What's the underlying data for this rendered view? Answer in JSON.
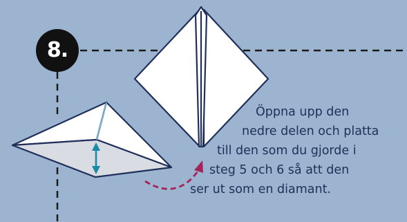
{
  "step": {
    "number_label": "8."
  },
  "instruction": {
    "lines": [
      "Öppna upp den",
      "nedre delen och platta",
      "till den som du gjorde i",
      "steg 5 och 6 så att den",
      "ser ut som en diamant."
    ]
  },
  "colors": {
    "background": "#9cb4cf",
    "paper": "#ffffff",
    "paper_shadow": "#d9dde3",
    "outline": "#1f2f5a",
    "arrow_dashed": "#a3235a",
    "height_arrow": "#1a8aa8",
    "badge": "#111111"
  },
  "icons": {
    "step_badge": "circle-badge",
    "transition_arrow": "curved-dashed-arrow-icon",
    "height_indicator": "double-headed-arrow-icon"
  }
}
